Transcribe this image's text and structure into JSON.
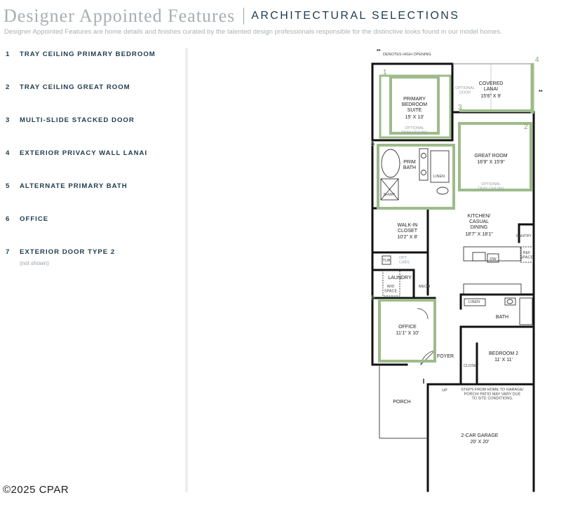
{
  "header": {
    "title_serif": "Designer Appointed Features",
    "title_sans": "ARCHITECTURAL SELECTIONS",
    "subtitle": "Designer Appointed Features are home details and finishes curated by the talented design professionals responsible for the distinctive looks found in our model homes."
  },
  "features": [
    {
      "num": "1",
      "label": "TRAY CEILING PRIMARY BEDROOM"
    },
    {
      "num": "2",
      "label": "TRAY CEILING GREAT ROOM"
    },
    {
      "num": "3",
      "label": "MULTI-SLIDE STACKED DOOR"
    },
    {
      "num": "4",
      "label": "EXTERIOR PRIVACY WALL LANAI"
    },
    {
      "num": "5",
      "label": "ALTERNATE PRIMARY BATH"
    },
    {
      "num": "6",
      "label": "OFFICE"
    },
    {
      "num": "7",
      "label": "EXTERIOR DOOR TYPE 2",
      "note": "(not shown)"
    }
  ],
  "copyright": "©2025 CPAR",
  "colors": {
    "highlight": "#9dbb8a",
    "wall": "#111111",
    "title_dark": "#1f3b4e"
  },
  "plan": {
    "legend": "DENOTES HIGH OPENING",
    "legend_mark": "**",
    "covered_lanai": {
      "name": "COVERED\nLANAI",
      "dims": "15'6\" X 9'"
    },
    "optional_door": "OPTIONAL\nDOOR",
    "primary_bedroom": {
      "name": "PRIMARY\nBEDROOM\nSUITE",
      "dims": "15' X 13'",
      "note": "OPTIONAL\nTRAY CEILING"
    },
    "great_room": {
      "name": "GREAT ROOM",
      "dims": "16'9\" X 15'9\"",
      "note": "OPTIONAL\nTRAY CEILING"
    },
    "prim_bath": "PRIM\nBATH",
    "linen": "LINEN",
    "shwr": "SHWR",
    "walk_in_closet": {
      "name": "WALK-IN\nCLOSET",
      "dims": "10'2\" X 8'"
    },
    "kitchen": {
      "name": "KITCHEN/\nCASUAL\nDINING",
      "dims": "18'7\" X 18'1\""
    },
    "pantry": "PANTRY",
    "ref_space": "REF\nSPACE",
    "dw": "DW",
    "tub": "TUB",
    "opt_cabs": "OPT\nCABS",
    "laundry": "LAUNDRY",
    "wd_space": "W/D\nSPACE",
    "mech": "MECH",
    "linen2": "LINEN",
    "bath": "BATH",
    "office": {
      "name": "OFFICE",
      "dims": "11'1\" X 10'"
    },
    "foyer": "FOYER",
    "bedroom2": {
      "name": "BEDROOM 2",
      "dims": "11' X 11'"
    },
    "closet": "CLOSET",
    "up": "UP",
    "steps_note": "STEPS FROM HOME TO GARAGE/\nPORCH/ PATIO MAY VARY DUE\nTO SITE CONDITIONS.",
    "porch": "PORCH",
    "garage": {
      "name": "2-CAR GARAGE",
      "dims": "20' X 20'"
    },
    "markers": [
      "1",
      "2",
      "3",
      "4",
      "5",
      "6"
    ],
    "high_opening_mark": "**"
  }
}
